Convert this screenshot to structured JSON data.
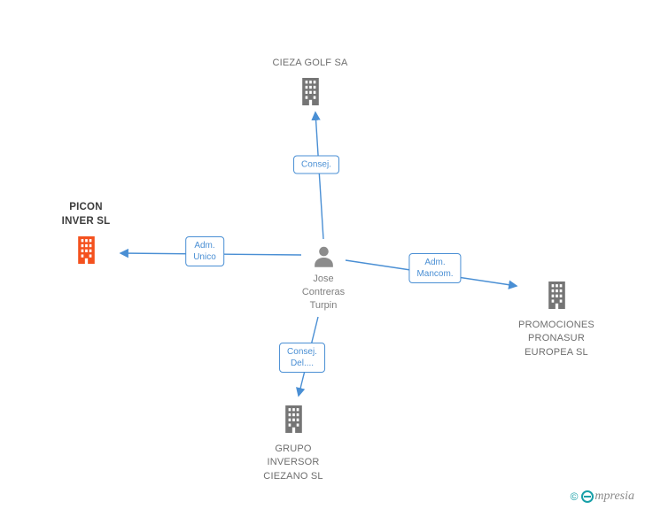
{
  "person": {
    "name": "Jose\nContreras\nTurpin"
  },
  "companies": {
    "cieza_golf": {
      "name": "CIEZA GOLF SA"
    },
    "picon_inver": {
      "name": "PICON\nINVER SL"
    },
    "promociones_pronasur": {
      "name": "PROMOCIONES\nPRONASUR\nEUROPEA SL"
    },
    "grupo_inversor": {
      "name": "GRUPO\nINVERSOR\nCIEZANO SL"
    }
  },
  "relations": {
    "consejero_top": "Consej.",
    "adm_unico": "Adm.\nUnico",
    "adm_mancom": "Adm.\nMancom.",
    "consej_del": "Consej.\nDel...."
  },
  "footer": {
    "copyright_symbol": "©",
    "brand": "mpresia"
  },
  "colors": {
    "edge_blue": "#4a8fd4",
    "icon_gray": "#757575",
    "icon_highlight_orange": "#f4511e",
    "logo_teal": "#18a0a8",
    "company_text_gray": "#6e6e6e"
  }
}
